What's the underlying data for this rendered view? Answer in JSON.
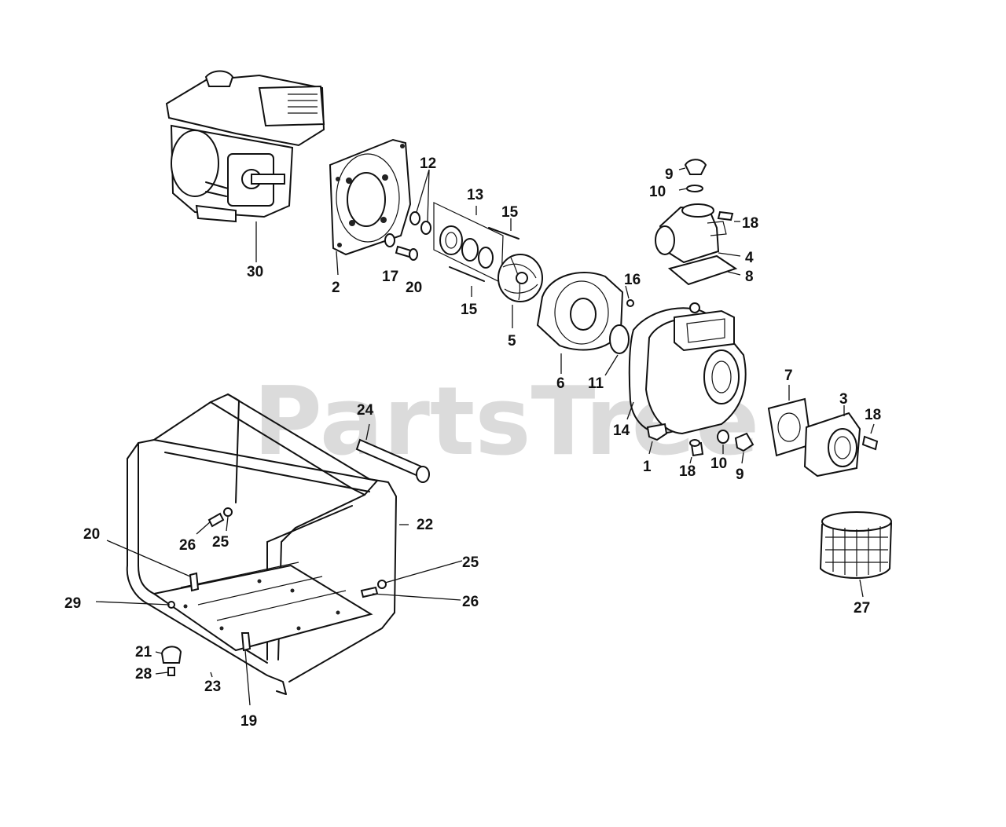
{
  "watermark": "PartsTree",
  "callouts": {
    "c30": "30",
    "c2": "2",
    "c12": "12",
    "c13": "13",
    "c15a": "15",
    "c15b": "15",
    "c17": "17",
    "c20a": "20",
    "c5": "5",
    "c6": "6",
    "c16": "16",
    "c11": "11",
    "c9a": "9",
    "c10a": "10",
    "c18a": "18",
    "c4": "4",
    "c8": "8",
    "c14": "14",
    "c1": "1",
    "c18b": "18",
    "c10b": "10",
    "c9b": "9",
    "c7": "7",
    "c3": "3",
    "c18c": "18",
    "c27": "27",
    "c24": "24",
    "c22": "22",
    "c20b": "20",
    "c26a": "26",
    "c25a": "25",
    "c25b": "25",
    "c26b": "26",
    "c29": "29",
    "c21": "21",
    "c28": "28",
    "c23": "23",
    "c19": "19"
  }
}
